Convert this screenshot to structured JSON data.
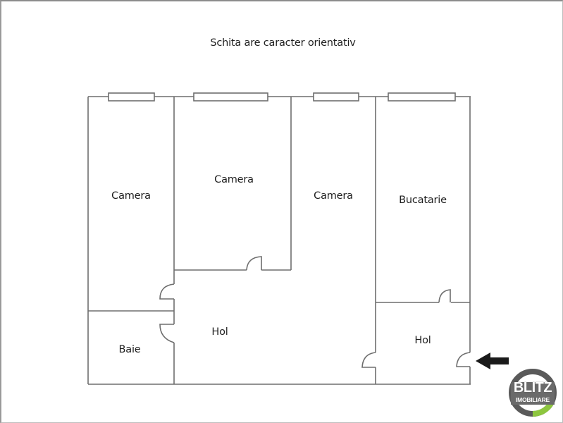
{
  "title": "Schita are caracter orientativ",
  "rooms": [
    {
      "id": "camera-1",
      "label": "Camera"
    },
    {
      "id": "camera-2",
      "label": "Camera"
    },
    {
      "id": "camera-3",
      "label": "Camera"
    },
    {
      "id": "bucatarie",
      "label": "Bucatarie"
    },
    {
      "id": "baie",
      "label": "Baie"
    },
    {
      "id": "hol-1",
      "label": "Hol"
    },
    {
      "id": "hol-2",
      "label": "Hol"
    }
  ],
  "entrance_arrow": {
    "icon": "arrow-left-icon",
    "color": "#1a1a1a"
  },
  "logo": {
    "line1": "BLITZ",
    "line2": "IMOBILIARE",
    "ring_color": "#5a5a5a",
    "accent_color": "#8dc63f"
  },
  "colors": {
    "wall": "#6e6e6e",
    "text": "#1e1e1e",
    "background": "#ffffff"
  }
}
